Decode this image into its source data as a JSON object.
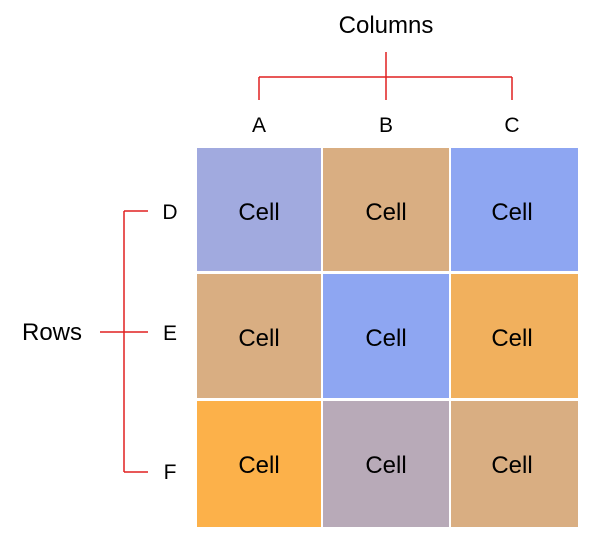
{
  "columns_label": "Columns",
  "rows_label": "Rows",
  "column_headers": [
    "A",
    "B",
    "C"
  ],
  "row_headers": [
    "D",
    "E",
    "F"
  ],
  "bracket_color": "#e02020",
  "cells": [
    [
      {
        "text": "Cell",
        "color": "#a1aadf"
      },
      {
        "text": "Cell",
        "color": "#d9ae82"
      },
      {
        "text": "Cell",
        "color": "#8ea6f2"
      }
    ],
    [
      {
        "text": "Cell",
        "color": "#d9ae82"
      },
      {
        "text": "Cell",
        "color": "#8ea6f2"
      },
      {
        "text": "Cell",
        "color": "#f1b05d"
      }
    ],
    [
      {
        "text": "Cell",
        "color": "#fcb14a"
      },
      {
        "text": "Cell",
        "color": "#b8aab8"
      },
      {
        "text": "Cell",
        "color": "#d9ae82"
      }
    ]
  ]
}
